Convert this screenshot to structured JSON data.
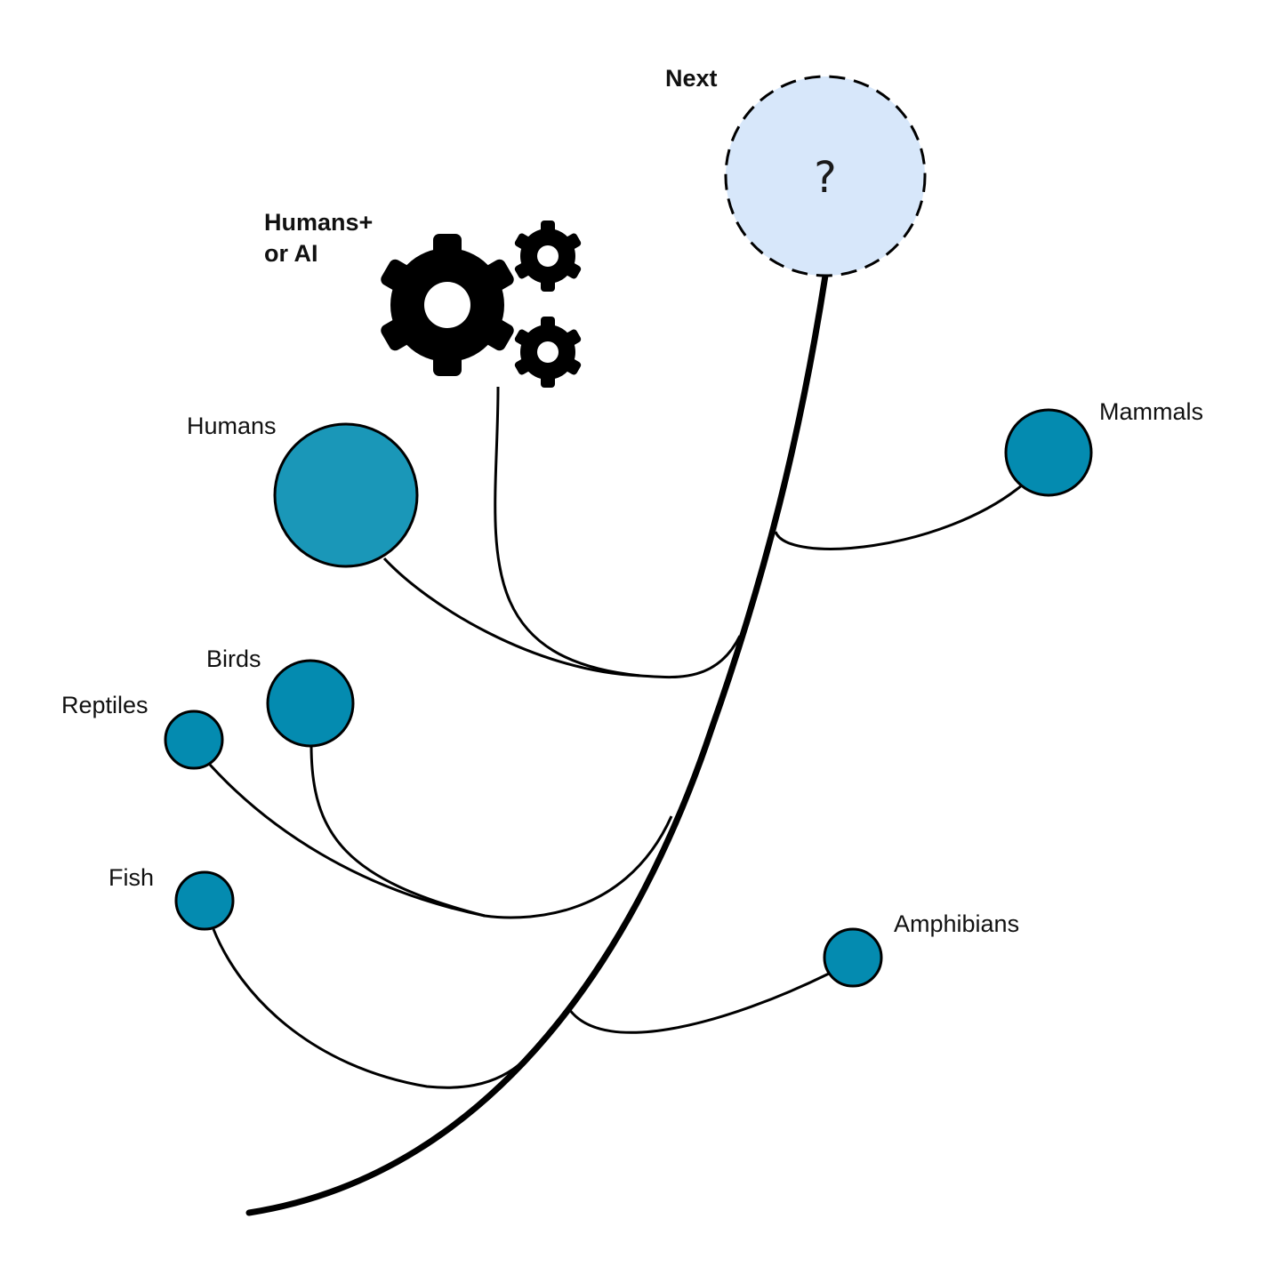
{
  "diagram": {
    "labels": {
      "next": "Next",
      "question": "?",
      "humans_plus_line1": "Humans+",
      "humans_plus_line2": "or AI",
      "humans": "Humans",
      "mammals": "Mammals",
      "birds": "Birds",
      "reptiles": "Reptiles",
      "fish": "Fish",
      "amphibians": "Amphibians"
    },
    "icons": [
      "gears-icon"
    ],
    "colors": {
      "node_fill": "#048bb0",
      "humans_fill": "#1a97b8",
      "next_fill": "#d7e7fa",
      "stroke": "#000000"
    }
  }
}
